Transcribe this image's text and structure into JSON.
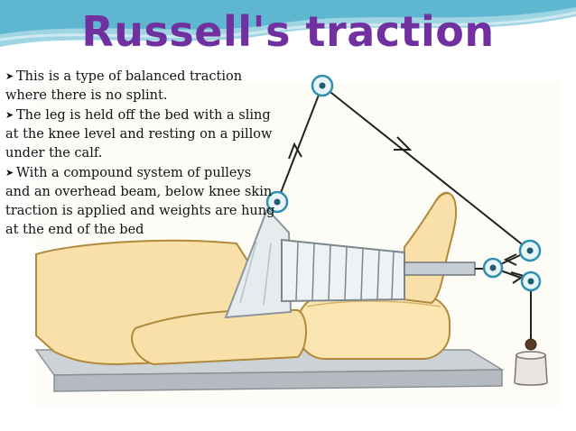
{
  "slide": {
    "title": "Russell's traction",
    "bullet_icon": "arrowhead-bullet",
    "bullets": [
      "This is a type of balanced traction where there is no splint.",
      "The leg is held off the bed with a sling at the knee level and resting on a pillow under the calf.",
      "With a compound system of pulleys and an overhead beam, below knee skin traction is applied and weights are hung at the end of the bed"
    ]
  },
  "colors": {
    "title": "#7030a0",
    "header_swoosh": "#5fb6d1",
    "skin": "#f8e0a8",
    "pillow": "#fbe5b0",
    "bandage": "#eef2f4",
    "pulley": "#2f8fae"
  },
  "illustration": {
    "subject": "leg-in-russells-traction",
    "parts": [
      "bed",
      "pillow",
      "leg",
      "knee-sling",
      "skin-traction-bandage",
      "pulleys",
      "traction-cord",
      "spreader-bar",
      "weight"
    ]
  }
}
